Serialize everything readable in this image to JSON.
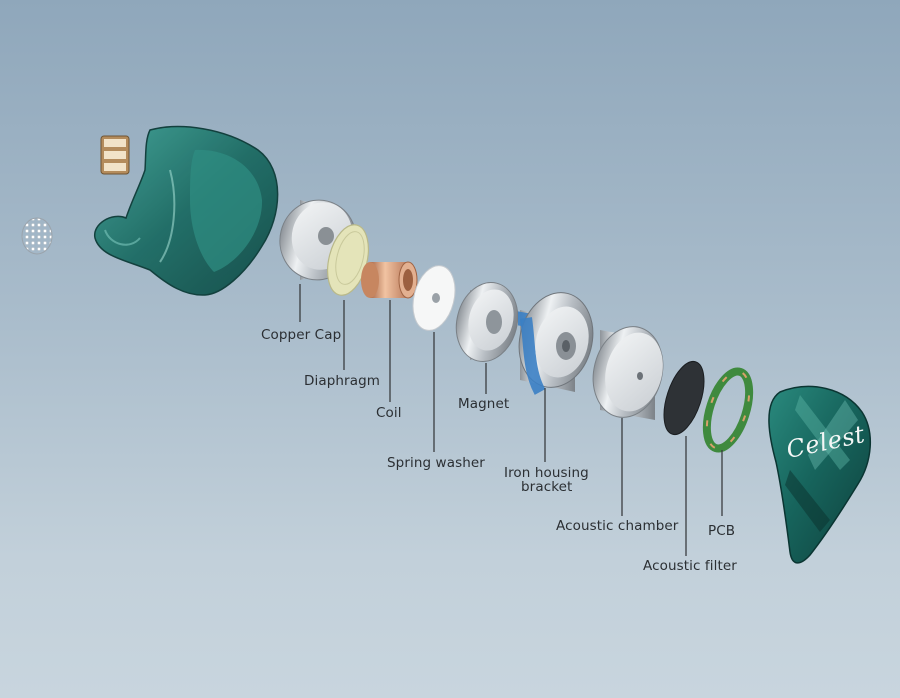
{
  "labels": {
    "copper_cap": "Copper Cap",
    "diaphragm": "Diaphragm",
    "coil": "Coil",
    "spring_washer": "Spring washer",
    "magnet": "Magnet",
    "iron_housing_line1": "Iron housing",
    "iron_housing_line2": "bracket",
    "acoustic_chamber": "Acoustic chamber",
    "pcb": "PCB",
    "acoustic_filter": "Acoustic filter"
  },
  "brand": "Celest",
  "colors": {
    "shell_teal": "#1f6e66",
    "metal": "#c7ccd1",
    "copper": "#d79a72",
    "diaphragm": "#e3e3b6",
    "magnet_ring_blue": "#3b7fc4",
    "filter": "#2f3336",
    "pcb_green": "#3f8a3e",
    "leader_line": "#3a3d40"
  }
}
